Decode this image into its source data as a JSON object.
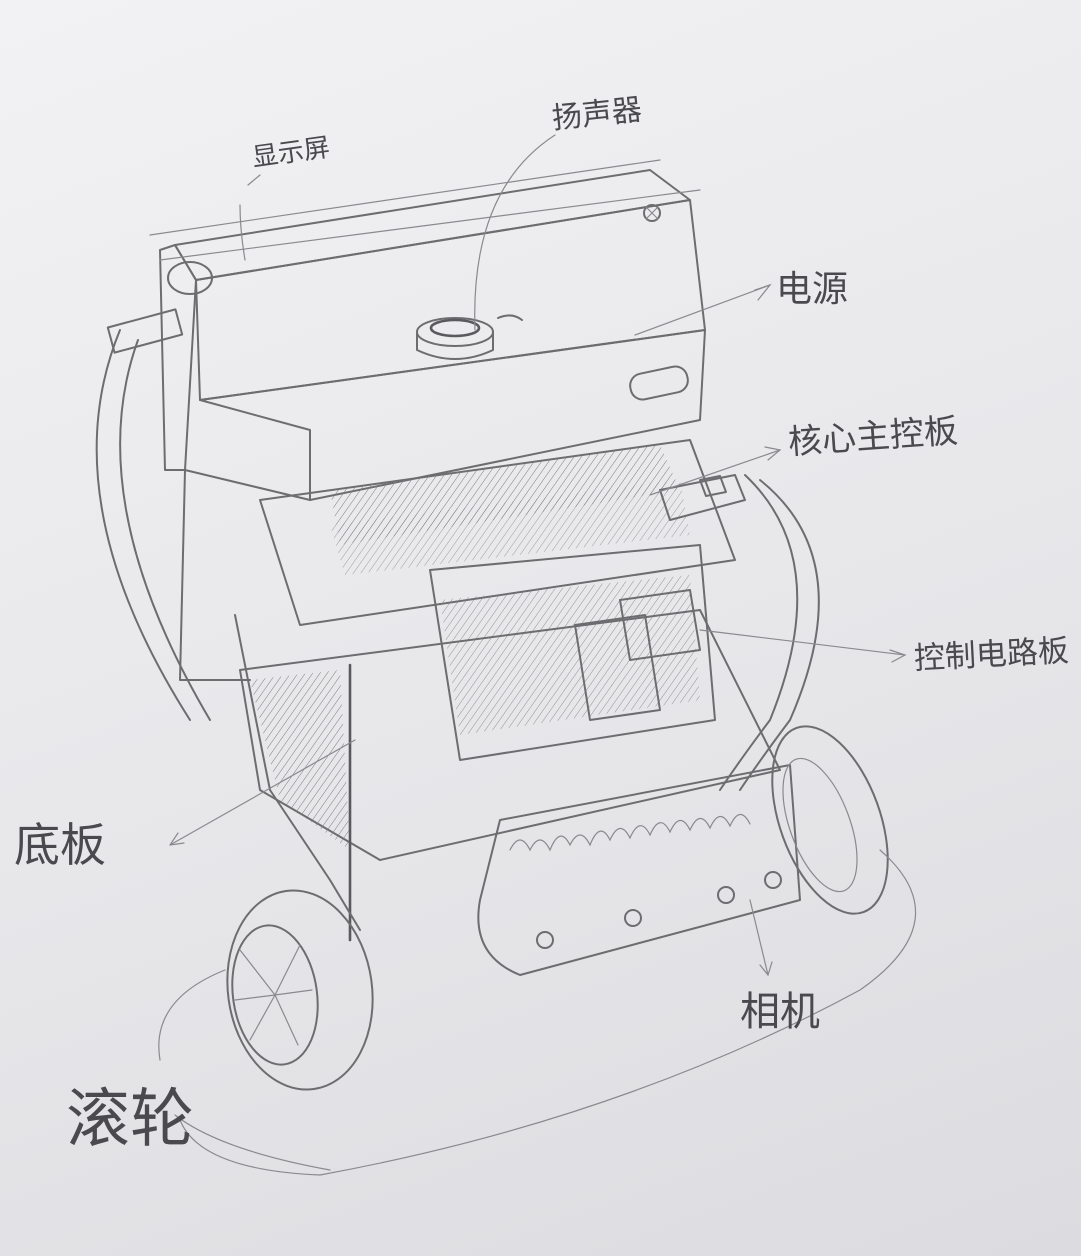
{
  "labels": {
    "display": "显示屏",
    "speaker": "扬声器",
    "power": "电源",
    "core_board": "核心主控板",
    "control_board": "控制电路板",
    "base": "底板",
    "camera": "相机",
    "wheel": "滚轮"
  },
  "style": {
    "paper": "#ececef",
    "pencil": "#6d6d70",
    "text": "#4a4a4e"
  }
}
